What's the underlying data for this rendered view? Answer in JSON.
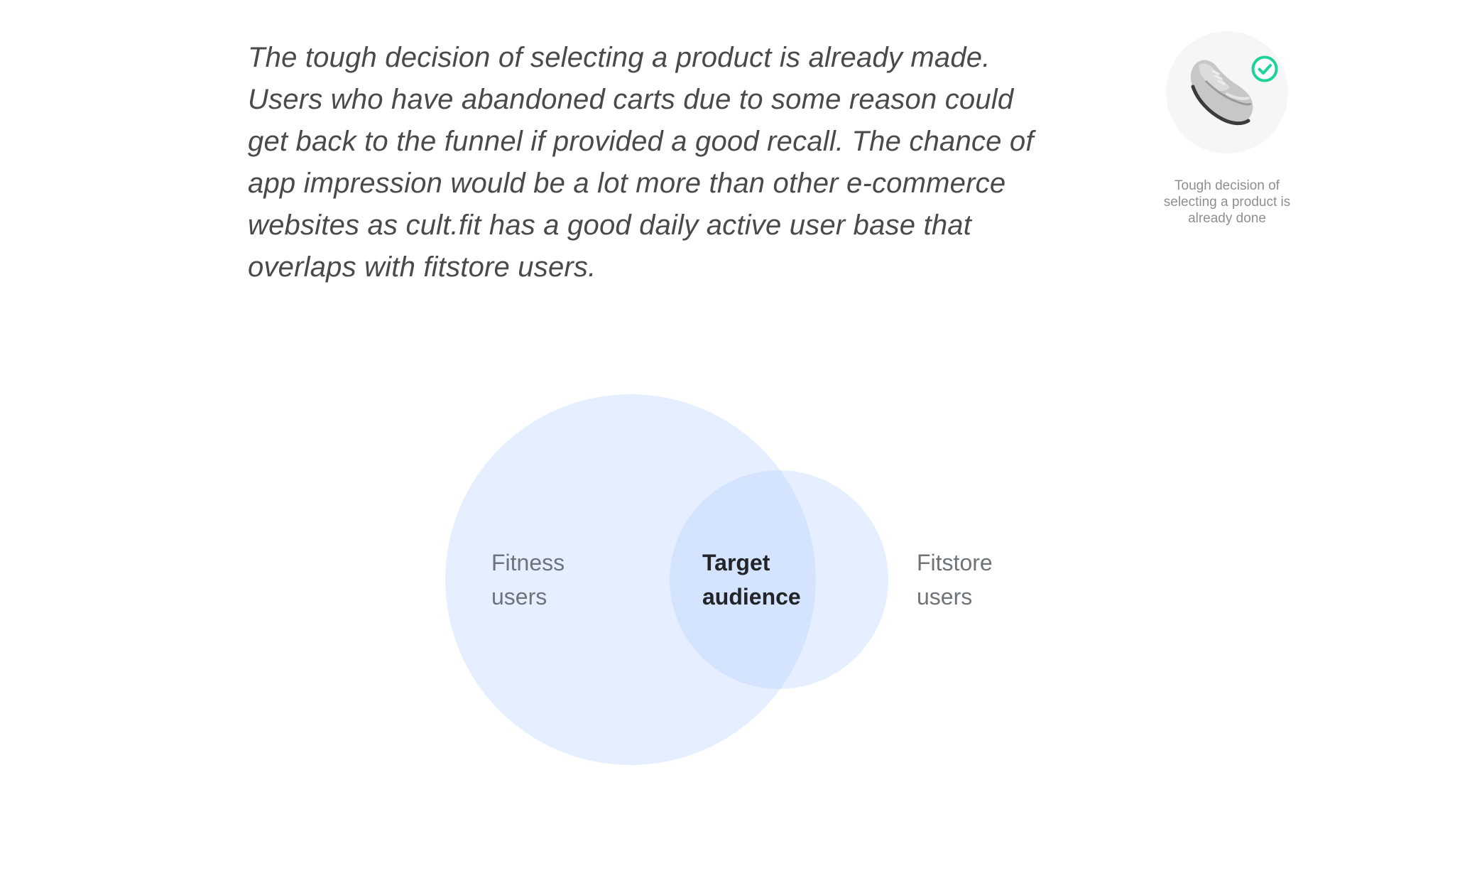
{
  "intro": {
    "paragraph_lines": [
      "The tough decision of selecting a product is already made.",
      "Users who have abandoned carts due to some reason could",
      "get back to the funnel if provided a good recall. The chance of",
      "app impression would be a lot more than other e-commerce",
      "websites as cult.fit has a good daily active user base that",
      "overlaps with fitstore users."
    ]
  },
  "product_card": {
    "icon": "shoe-icon",
    "badge_icon": "check-circle-icon",
    "badge_color": "#1ed39a",
    "caption_lines": [
      "Tough decision of",
      "selecting a product is",
      "already done"
    ]
  },
  "venn": {
    "colors": {
      "circle_fill": "#e5efff",
      "overlap_fill": "#d4e4ff"
    },
    "sets": {
      "fitness": {
        "lines": [
          "Fitness",
          "users"
        ]
      },
      "overlap": {
        "lines": [
          "Target",
          "audience"
        ]
      },
      "fitstore": {
        "lines": [
          "Fitstore",
          "users"
        ]
      }
    }
  }
}
